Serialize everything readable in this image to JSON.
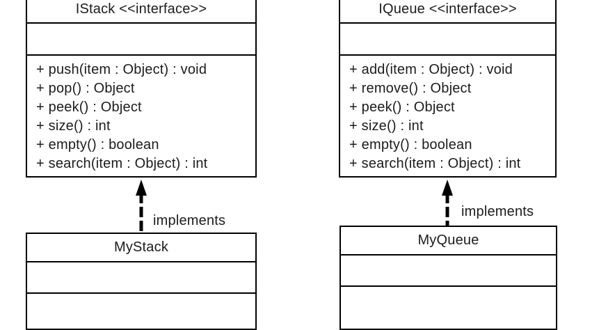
{
  "diagram": {
    "type": "uml-class-diagram",
    "colors": {
      "line": "#000000",
      "text": "#1c1c1c",
      "background": "#ffffff"
    },
    "left": {
      "interface": {
        "title": "IStack <<interface>>",
        "attributes": [],
        "methods": [
          "+ push(item : Object) : void",
          "+ pop() : Object",
          "+ peek() : Object",
          "+ size() : int",
          "+ empty() : boolean",
          "+ search(item : Object) : int"
        ]
      },
      "relation": {
        "label": "implements",
        "type": "realization",
        "direction": "up"
      },
      "class": {
        "title": "MyStack",
        "attributes": [],
        "methods": []
      }
    },
    "right": {
      "interface": {
        "title": "IQueue <<interface>>",
        "attributes": [],
        "methods": [
          "+ add(item : Object) : void",
          "+ remove() : Object",
          "+ peek() : Object",
          "+ size() : int",
          "+ empty() : boolean",
          "+ search(item : Object) : int"
        ]
      },
      "relation": {
        "label": "implements",
        "type": "realization",
        "direction": "up"
      },
      "class": {
        "title": "MyQueue",
        "attributes": [],
        "methods": []
      }
    }
  }
}
